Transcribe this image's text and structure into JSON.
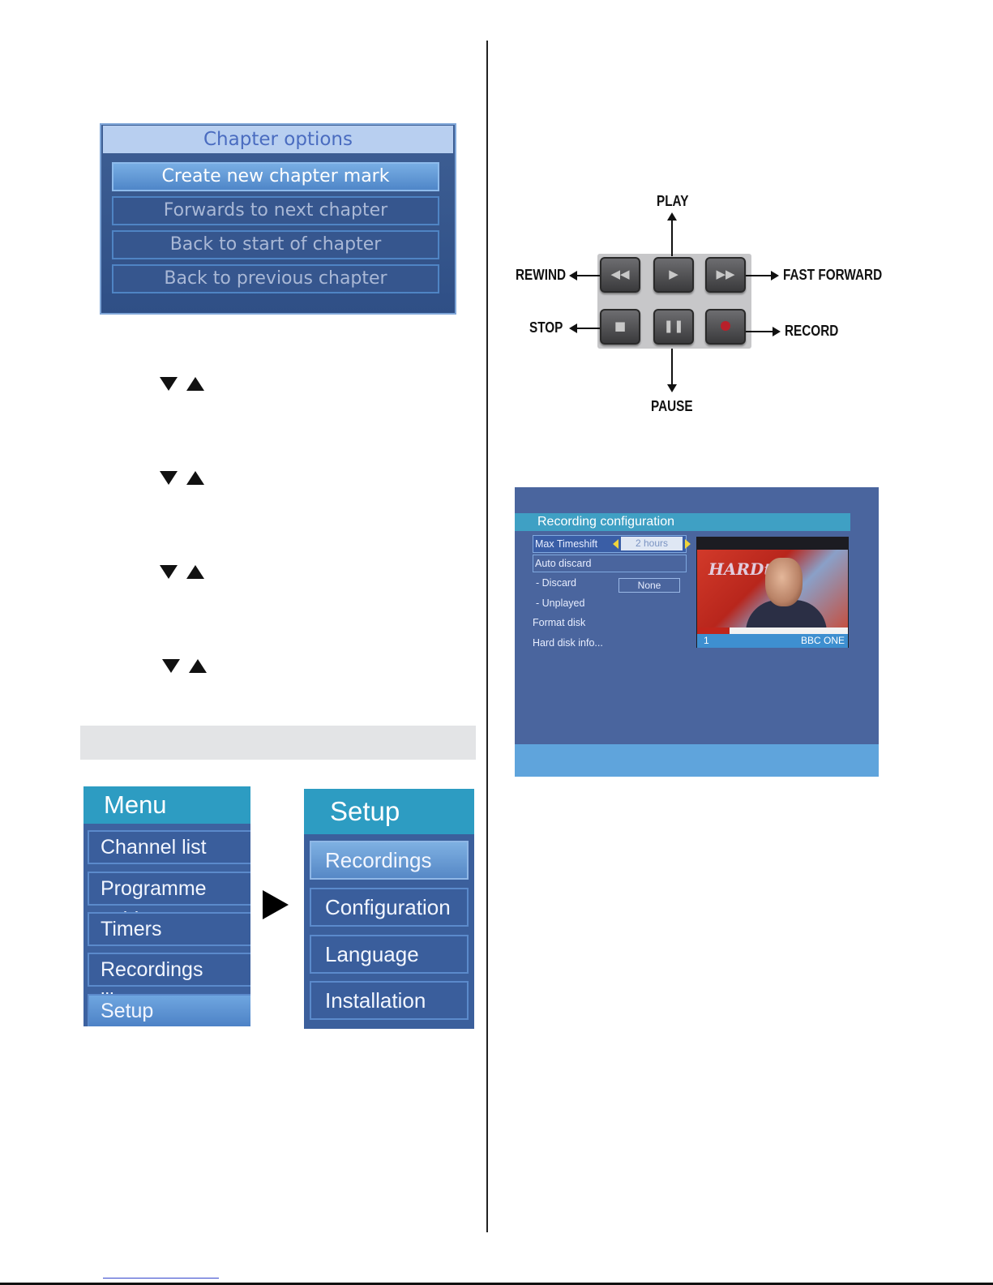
{
  "chapter_options": {
    "title": "Chapter options",
    "items": [
      {
        "label": "Create new chapter mark",
        "selected": true
      },
      {
        "label": "Forwards to next chapter",
        "selected": false
      },
      {
        "label": "Back to start of chapter",
        "selected": false
      },
      {
        "label": "Back to previous chapter",
        "selected": false
      }
    ]
  },
  "menu": {
    "title": "Menu",
    "items": [
      "Channel list",
      "Programme guide",
      "Timers",
      "Recordings library",
      "Setup"
    ],
    "selected": "Setup"
  },
  "setup": {
    "title": "Setup",
    "items": [
      "Recordings",
      "Configuration",
      "Language",
      "Installation"
    ],
    "selected": "Recordings"
  },
  "remote": {
    "labels": {
      "play": "PLAY",
      "rewind": "REWIND",
      "fast_forward": "FAST FORWARD",
      "stop": "STOP",
      "record": "RECORD",
      "pause": "PAUSE"
    },
    "button_icons": [
      "rewind-icon",
      "play-icon",
      "fast-forward-icon",
      "stop-icon",
      "pause-icon",
      "record-icon"
    ]
  },
  "recording_config": {
    "title": "Recording configuration",
    "rows": {
      "max_timeshift": "Max Timeshift",
      "auto_discard": "Auto discard",
      "discard": "- Discard",
      "unplayed": "- Unplayed",
      "format_disk": "Format disk",
      "hard_disk_info": "Hard disk info..."
    },
    "max_timeshift_value": "2 hours",
    "discard_value": "None",
    "preview": {
      "channel_number": "1",
      "channel_name": "BBC ONE",
      "logo_text": "HARDtalk"
    }
  },
  "colors": {
    "panel_blue": "#3d62a0",
    "header_teal": "#2d9cc2",
    "section_grey": "#e3e4e6"
  }
}
